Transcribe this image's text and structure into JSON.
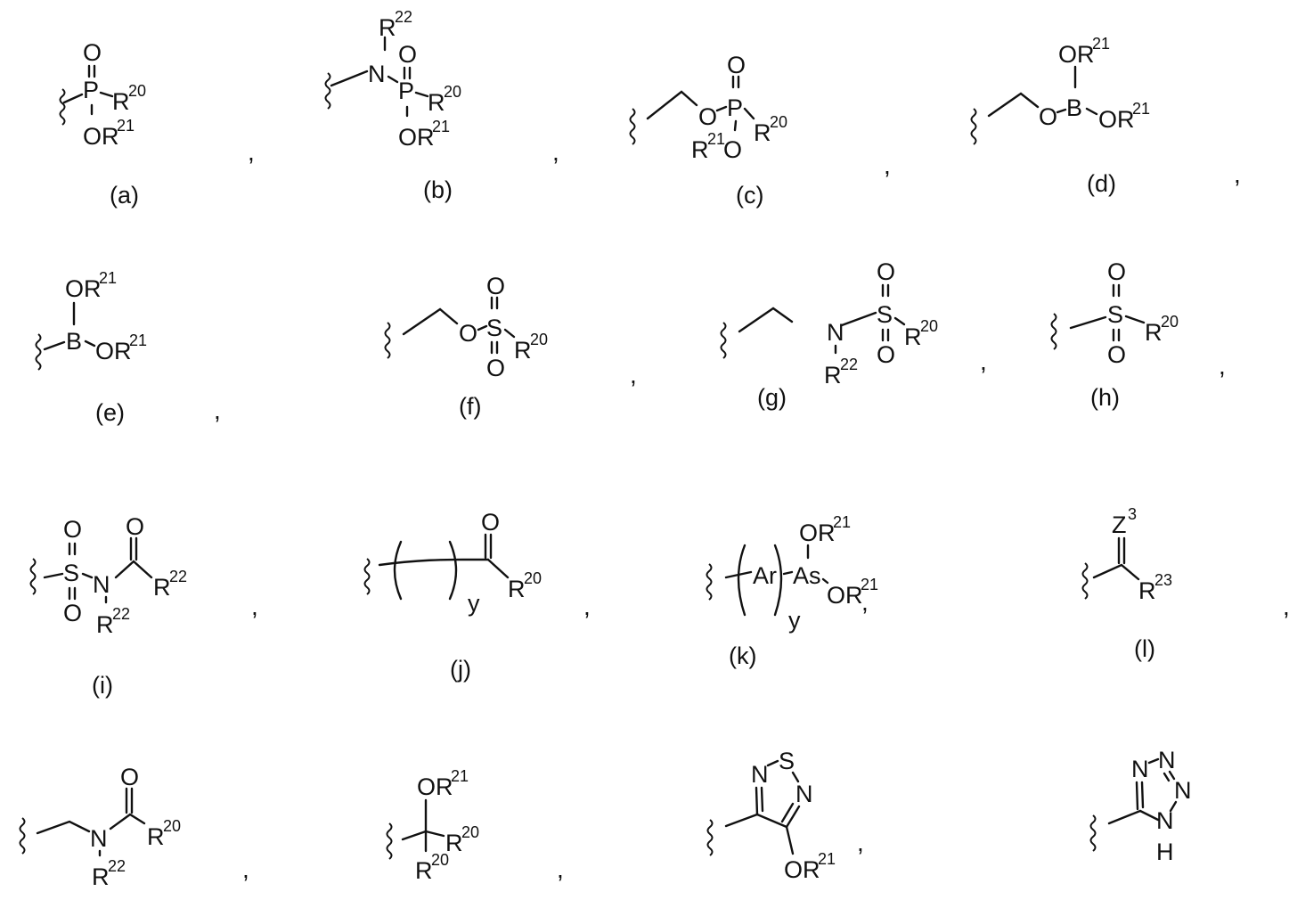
{
  "figure": {
    "type": "chemical-structure-panel",
    "description": "Acid isostere / functional group substructures (a)-(l) and unlabeled fragments",
    "structures": [
      {
        "id": "a",
        "label": "(a)",
        "formula": "-P(=O)(R20)(OR21)",
        "atoms": {
          "top": "O",
          "center": "P",
          "right": "R",
          "right_sup": "20",
          "bottom": "OR",
          "bottom_sup": "21"
        }
      },
      {
        "id": "b",
        "label": "(b)",
        "formula": "-N(R22)-P(=O)(R20)(OR21)",
        "atoms": {
          "n": "N",
          "n_sub": "R",
          "n_sub_sup": "22",
          "top": "O",
          "center": "P",
          "right": "R",
          "right_sup": "20",
          "bottom": "OR",
          "bottom_sup": "21"
        }
      },
      {
        "id": "c",
        "label": "(c)",
        "formula": "-CH2-O-P(=O)(R20)(OR21)",
        "atoms": {
          "o1": "O",
          "top": "O",
          "center": "P",
          "right": "R",
          "right_sup": "20",
          "bottom_r": "R",
          "bottom_sup": "21",
          "bottom_o": "O"
        }
      },
      {
        "id": "d",
        "label": "(d)",
        "formula": "-CH2-O-B(OR21)2",
        "atoms": {
          "o1": "O",
          "center": "B",
          "top": "OR",
          "top_sup": "21",
          "right": "OR",
          "right_sup": "21"
        }
      },
      {
        "id": "e",
        "label": "(e)",
        "formula": "-B(OR21)2",
        "atoms": {
          "center": "B",
          "top": "OR",
          "top_sup": "21",
          "right": "OR",
          "right_sup": "21"
        }
      },
      {
        "id": "f",
        "label": "(f)",
        "formula": "-CH2-O-S(=O)2-R20",
        "atoms": {
          "o1": "O",
          "center": "S",
          "top": "O",
          "bottom": "O",
          "right": "R",
          "right_sup": "20"
        }
      },
      {
        "id": "g",
        "label": "(g)",
        "formula": "-CH2-N(R22)-S(=O)2-R20",
        "atoms": {
          "n": "N",
          "n_sub": "R",
          "n_sub_sup": "22",
          "center": "S",
          "top": "O",
          "bottom": "O",
          "right": "R",
          "right_sup": "20"
        }
      },
      {
        "id": "h",
        "label": "(h)",
        "formula": "-S(=O)2-R20",
        "atoms": {
          "center": "S",
          "top": "O",
          "bottom": "O",
          "right": "R",
          "right_sup": "20"
        }
      },
      {
        "id": "i",
        "label": "(i)",
        "formula": "-S(=O)2-N(R22)-C(=O)-R22",
        "atoms": {
          "center": "S",
          "top": "O",
          "bottom": "O",
          "n": "N",
          "n_sub": "R",
          "n_sub_sup": "22",
          "carbonyl_o": "O",
          "right": "R",
          "right_sup": "22"
        }
      },
      {
        "id": "j",
        "label": "(j)",
        "formula": "-(CH2)y-C(=O)-R20",
        "atoms": {
          "repeat": "y",
          "carbonyl_o": "O",
          "right": "R",
          "right_sup": "20"
        }
      },
      {
        "id": "k",
        "label": "(k)",
        "formula": "-(Ar)y-As(OR21)2",
        "atoms": {
          "ar": "Ar",
          "repeat": "y",
          "center": "As",
          "top": "OR",
          "top_sup": "21",
          "right": "OR",
          "right_sup": "21"
        }
      },
      {
        "id": "l",
        "label": "(l)",
        "formula": "-C(=Z3)-R23",
        "atoms": {
          "top": "Z",
          "top_sup": "3",
          "right": "R",
          "right_sup": "23"
        }
      },
      {
        "id": "m",
        "label": "",
        "formula": "-CH2-N(R22)-C(=O)-R20",
        "atoms": {
          "n": "N",
          "n_sub": "R",
          "n_sub_sup": "22",
          "carbonyl_o": "O",
          "right": "R",
          "right_sup": "20"
        }
      },
      {
        "id": "n",
        "label": "",
        "formula": "-C(OR21)(R20)2",
        "atoms": {
          "top": "OR",
          "top_sup": "21",
          "right": "R",
          "right_sup": "20",
          "bottom": "R",
          "bottom_sup": "20"
        }
      },
      {
        "id": "o",
        "label": "",
        "formula": "4-(OR21)-1,2,5-thiadiazol-3-yl",
        "atoms": {
          "n1": "N",
          "s": "S",
          "n2": "N",
          "sub": "OR",
          "sub_sup": "21"
        }
      },
      {
        "id": "p",
        "label": "",
        "formula": "1H-tetrazol-5-yl",
        "atoms": {
          "n1": "N",
          "n2": "N",
          "n3": "N",
          "n4": "N",
          "h": "H"
        }
      }
    ],
    "separator": ","
  }
}
